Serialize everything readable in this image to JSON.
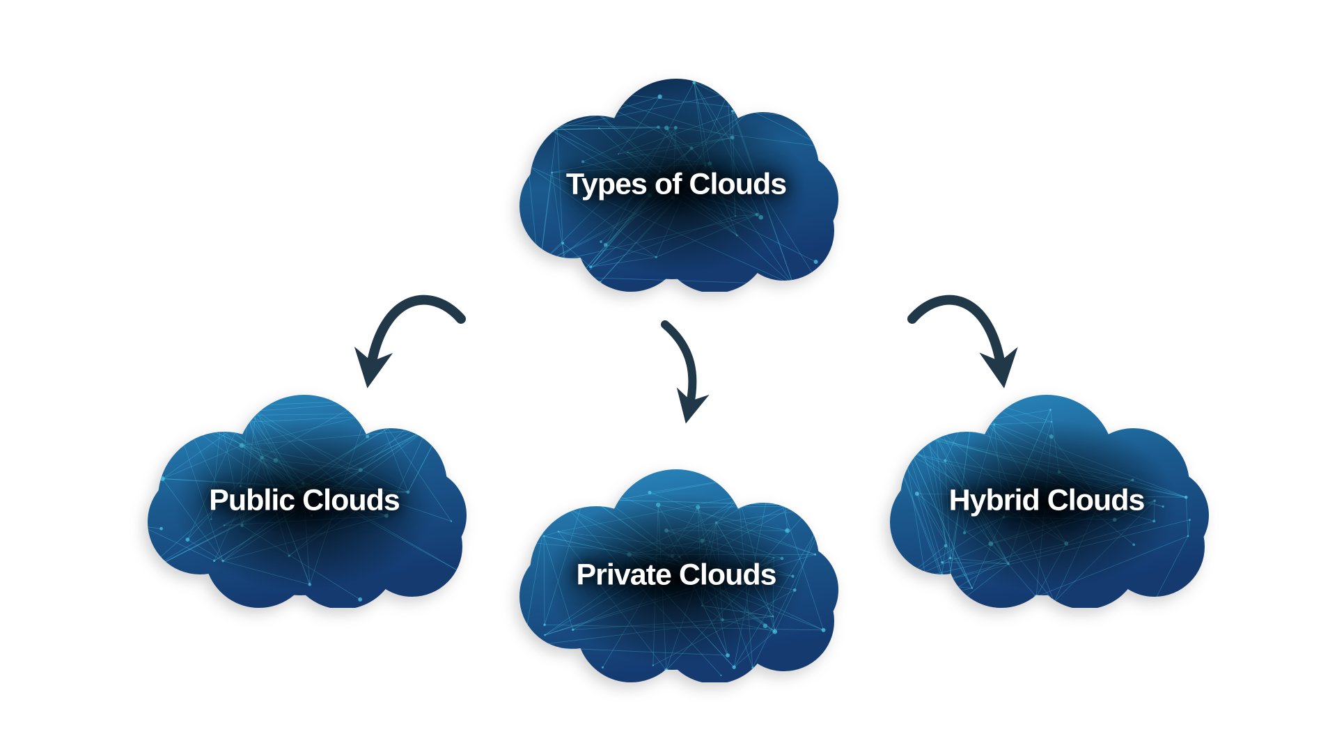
{
  "title": "Types of Clouds",
  "children": [
    {
      "label": "Public Clouds"
    },
    {
      "label": "Private Clouds"
    },
    {
      "label": "Hybrid Clouds"
    }
  ],
  "colors": {
    "cloud_dark": "#0a2040",
    "cloud_mid": "#1b5a8e",
    "network": "#4fd0f0",
    "arrow": "#213849"
  }
}
